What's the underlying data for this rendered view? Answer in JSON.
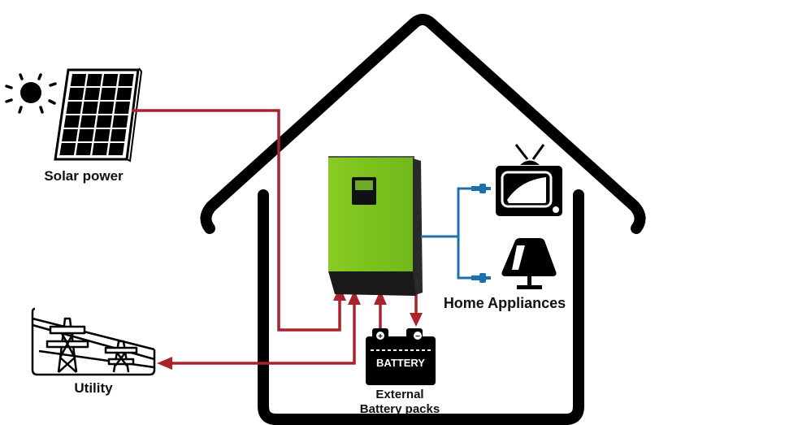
{
  "diagram": {
    "type": "hybrid-solar-system",
    "labels": {
      "solar": "Solar power",
      "home": "Home Appliances",
      "utility": "Utility",
      "battery_line1": "External",
      "battery_line2": "Battery packs",
      "battery_box": "BATTERY"
    },
    "terminals": {
      "positive": "+",
      "negative": "−"
    },
    "colors": {
      "dc_wire": "#a8232b",
      "ac_wire": "#1f6fad",
      "inverter_body": "#7cc41c",
      "inverter_base": "#1a1a1a",
      "outline": "#000000",
      "lcd_screen": "#6fa82a"
    },
    "icons": [
      "sun-icon",
      "solar-panel-icon",
      "house-outline",
      "inverter-icon",
      "tv-icon",
      "lamp-icon",
      "plug-icon",
      "battery-icon",
      "power-tower-icon"
    ],
    "connections": [
      {
        "from": "Solar power",
        "to": "Inverter",
        "kind": "dc"
      },
      {
        "from": "Inverter",
        "to": "Utility",
        "kind": "ac-bidirectional"
      },
      {
        "from": "Battery +",
        "to": "Inverter",
        "kind": "dc"
      },
      {
        "from": "Inverter",
        "to": "Battery −",
        "kind": "dc"
      },
      {
        "from": "Inverter",
        "to": "Home Appliances",
        "kind": "ac"
      }
    ]
  }
}
